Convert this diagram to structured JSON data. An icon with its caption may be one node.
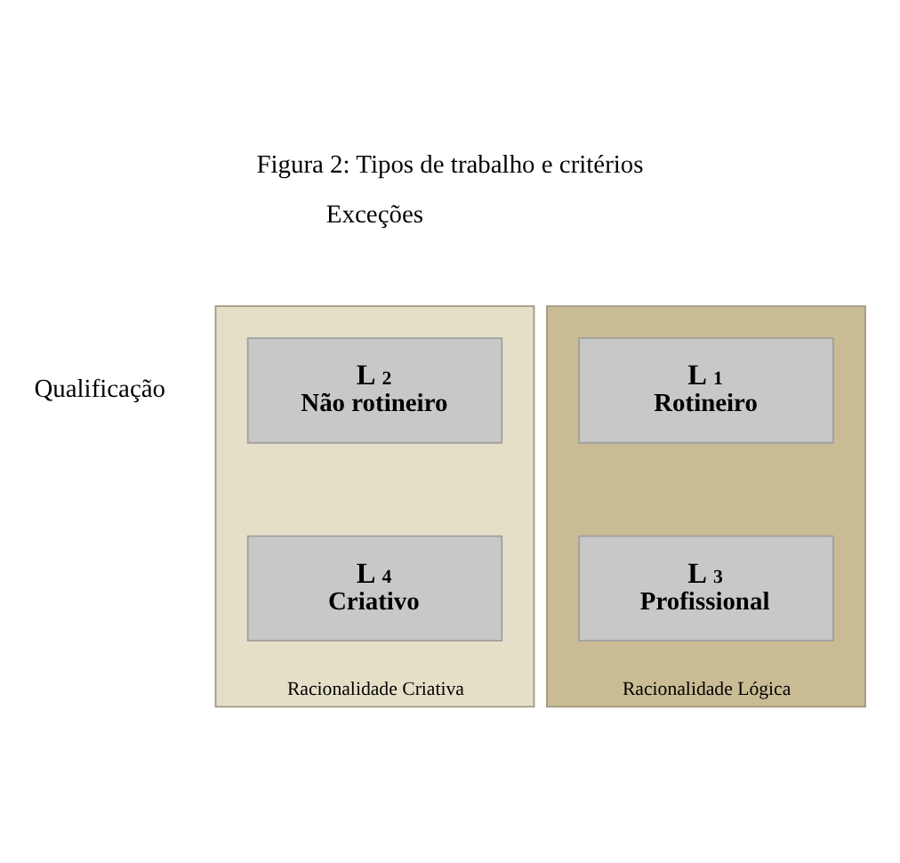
{
  "diagram": {
    "title": "Figura 2: Tipos de trabalho e critérios",
    "nodes": [
      {
        "text": [
          "Racionalidade Criativa"
        ]
      },
      {
        "text": [
          "L$_{2}$",
          "Não rotineiro"
        ],
        "in": 0
      },
      {
        "text": [
          "L$_{4}$",
          "Criativo"
        ],
        "in": 0
      },
      {
        "text": [
          "Racionalidade Lógica"
        ]
      },
      {
        "text": [
          "L$_{1}$",
          "Rotineiro"
        ],
        "in": 3
      },
      {
        "text": [
          "L$_{3}$",
          "Profissional"
        ],
        "in": 3
      }
    ],
    "edges": [],
    "labels": [
      "Exceções",
      "Qualificação"
    ]
  }
}
